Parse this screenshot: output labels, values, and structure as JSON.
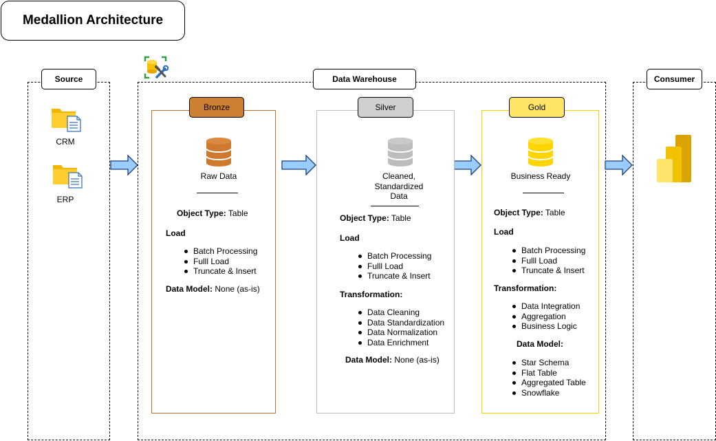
{
  "title": "Medallion Architecture",
  "sections": {
    "source": "Source",
    "warehouse": "Data Warehouse",
    "consumer": "Consumer"
  },
  "sources": [
    {
      "label": "CRM",
      "icon": "folder-document-icon"
    },
    {
      "label": "ERP",
      "icon": "folder-document-icon"
    }
  ],
  "colors": {
    "bronze": "#CD7F32",
    "bronze_border": "#B8722D",
    "silver": "#C8C8C8",
    "silver_border": "#BDBDBD",
    "gold": "#FFE566",
    "gold_border": "#F2D200",
    "arrow_fill": "#99CCFF",
    "arrow_stroke": "#1F3F77"
  },
  "bronze": {
    "tag": "Bronze",
    "caption": "Raw Data",
    "object_type_label": "Object Type:",
    "object_type_value": "Table",
    "load_label": "Load",
    "load_items": [
      "Batch Processing",
      "Fulll Load",
      "Truncate & Insert"
    ],
    "data_model_label": "Data Model:",
    "data_model_value": "None (as-is)"
  },
  "silver": {
    "tag": "Silver",
    "caption_lines": [
      "Cleaned,",
      "Standardized",
      "Data"
    ],
    "object_type_label": "Object Type:",
    "object_type_value": "Table",
    "load_label": "Load",
    "load_items": [
      "Batch Processing",
      "Fulll Load",
      "Truncate & Insert"
    ],
    "transformation_label": "Transformation:",
    "transformation_items": [
      "Data Cleaning",
      "Data Standardization",
      "Data Normalization",
      "Data Enrichment"
    ],
    "data_model_label": "Data Model:",
    "data_model_value": "None (as-is)"
  },
  "gold": {
    "tag": "Gold",
    "caption": "Business Ready",
    "object_type_label": "Object Type:",
    "object_type_value": "Table",
    "load_label": "Load",
    "load_items": [
      "Batch Processing",
      "Fulll Load",
      "Truncate & Insert"
    ],
    "transformation_label": "Transformation:",
    "transformation_items": [
      "Data Integration",
      "Aggregation",
      "Business Logic"
    ],
    "data_model_label": "Data Model:",
    "data_model_items": [
      "Star Schema",
      "Flat Table",
      "Aggregated Table",
      "Snowflake"
    ]
  }
}
